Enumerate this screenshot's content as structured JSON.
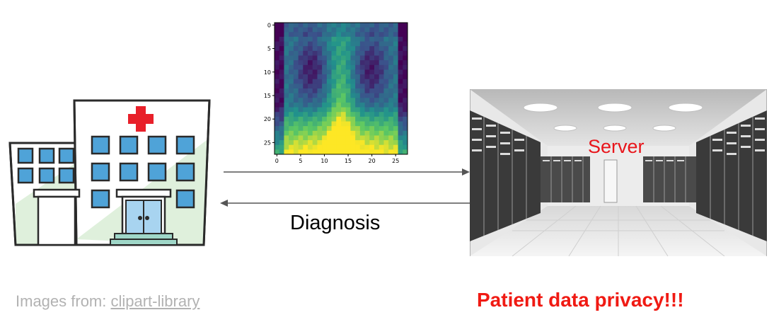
{
  "heatmap": {
    "x_ticks": [
      "0",
      "5",
      "10",
      "15",
      "20",
      "25"
    ],
    "y_ticks": [
      "0",
      "5",
      "10",
      "15",
      "20",
      "25"
    ]
  },
  "labels": {
    "diagnosis": "Diagnosis",
    "server": "Server",
    "credit_prefix": "Images from: ",
    "credit_link": "clipart-library",
    "privacy": "Patient data privacy!!!"
  },
  "colors": {
    "accent_red": "#f01a13",
    "credit_gray": "#b2b2b2",
    "arrow": "#555555"
  },
  "icons": {
    "hospital": "hospital-icon",
    "server_room": "server-room-icon",
    "xray_heatmap": "chest-xray-heatmap"
  }
}
